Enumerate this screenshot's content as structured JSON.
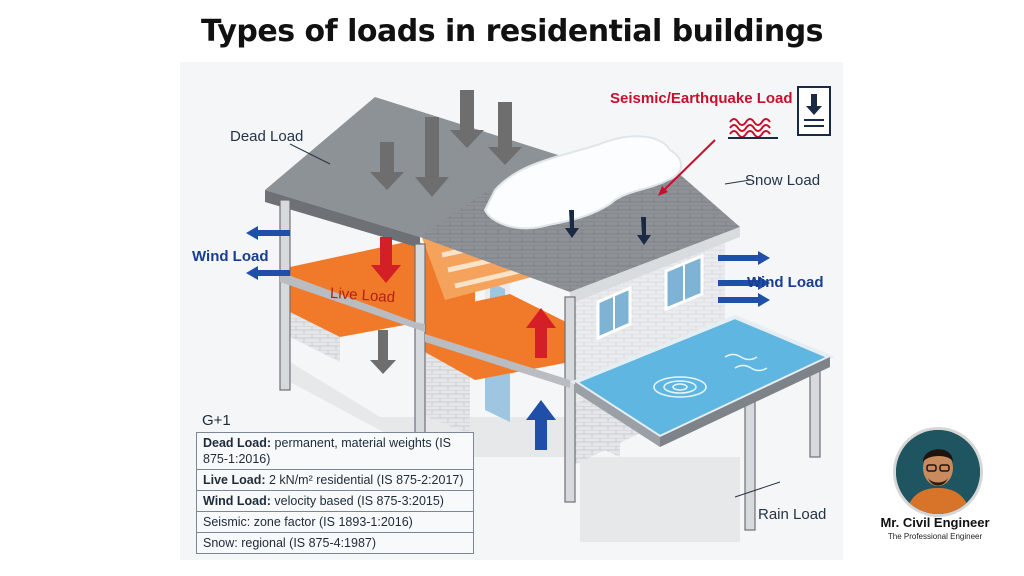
{
  "title": "Types of loads in residential buildings",
  "labels": {
    "dead_load": "Dead Load",
    "wind_load_left": "Wind Load",
    "wind_load_right": "Wind Load",
    "live_load": "Live Load",
    "seismic_load": "Seismic/Earthquake Load",
    "snow_load": "Snow Load",
    "rain_load": "Rain Load"
  },
  "notes": {
    "heading": "G+1",
    "rows": [
      {
        "term": "Dead Load:",
        "desc": "permanent, material weights (IS 875-1:2016)"
      },
      {
        "term": "Live Load:",
        "desc": "2 kN/m² residential (IS 875-2:2017)"
      },
      {
        "term": "Wind Load:",
        "desc": "velocity based (IS 875-3:2015)"
      },
      {
        "term": "",
        "desc": "Seismic: zone factor (IS 1893-1:2016)"
      },
      {
        "term": "",
        "desc": "Snow: regional (IS 875-4:1987)"
      }
    ]
  },
  "brand": {
    "name": "Mr. Civil Engineer",
    "tagline": "The Professional Engineer"
  },
  "colors": {
    "gravity_arrow": "#6e6e6e",
    "wind_arrow": "#1f4fa8",
    "live_arrow": "#d51f26",
    "seismic": "#c8102e",
    "floor_slab": "#f07a2a",
    "water": "#5fb6e0",
    "roof": "#8a8f94"
  },
  "icons": [
    "seismic-ground-icon",
    "load-sign-icon",
    "water-ripple-icon",
    "avatar"
  ]
}
